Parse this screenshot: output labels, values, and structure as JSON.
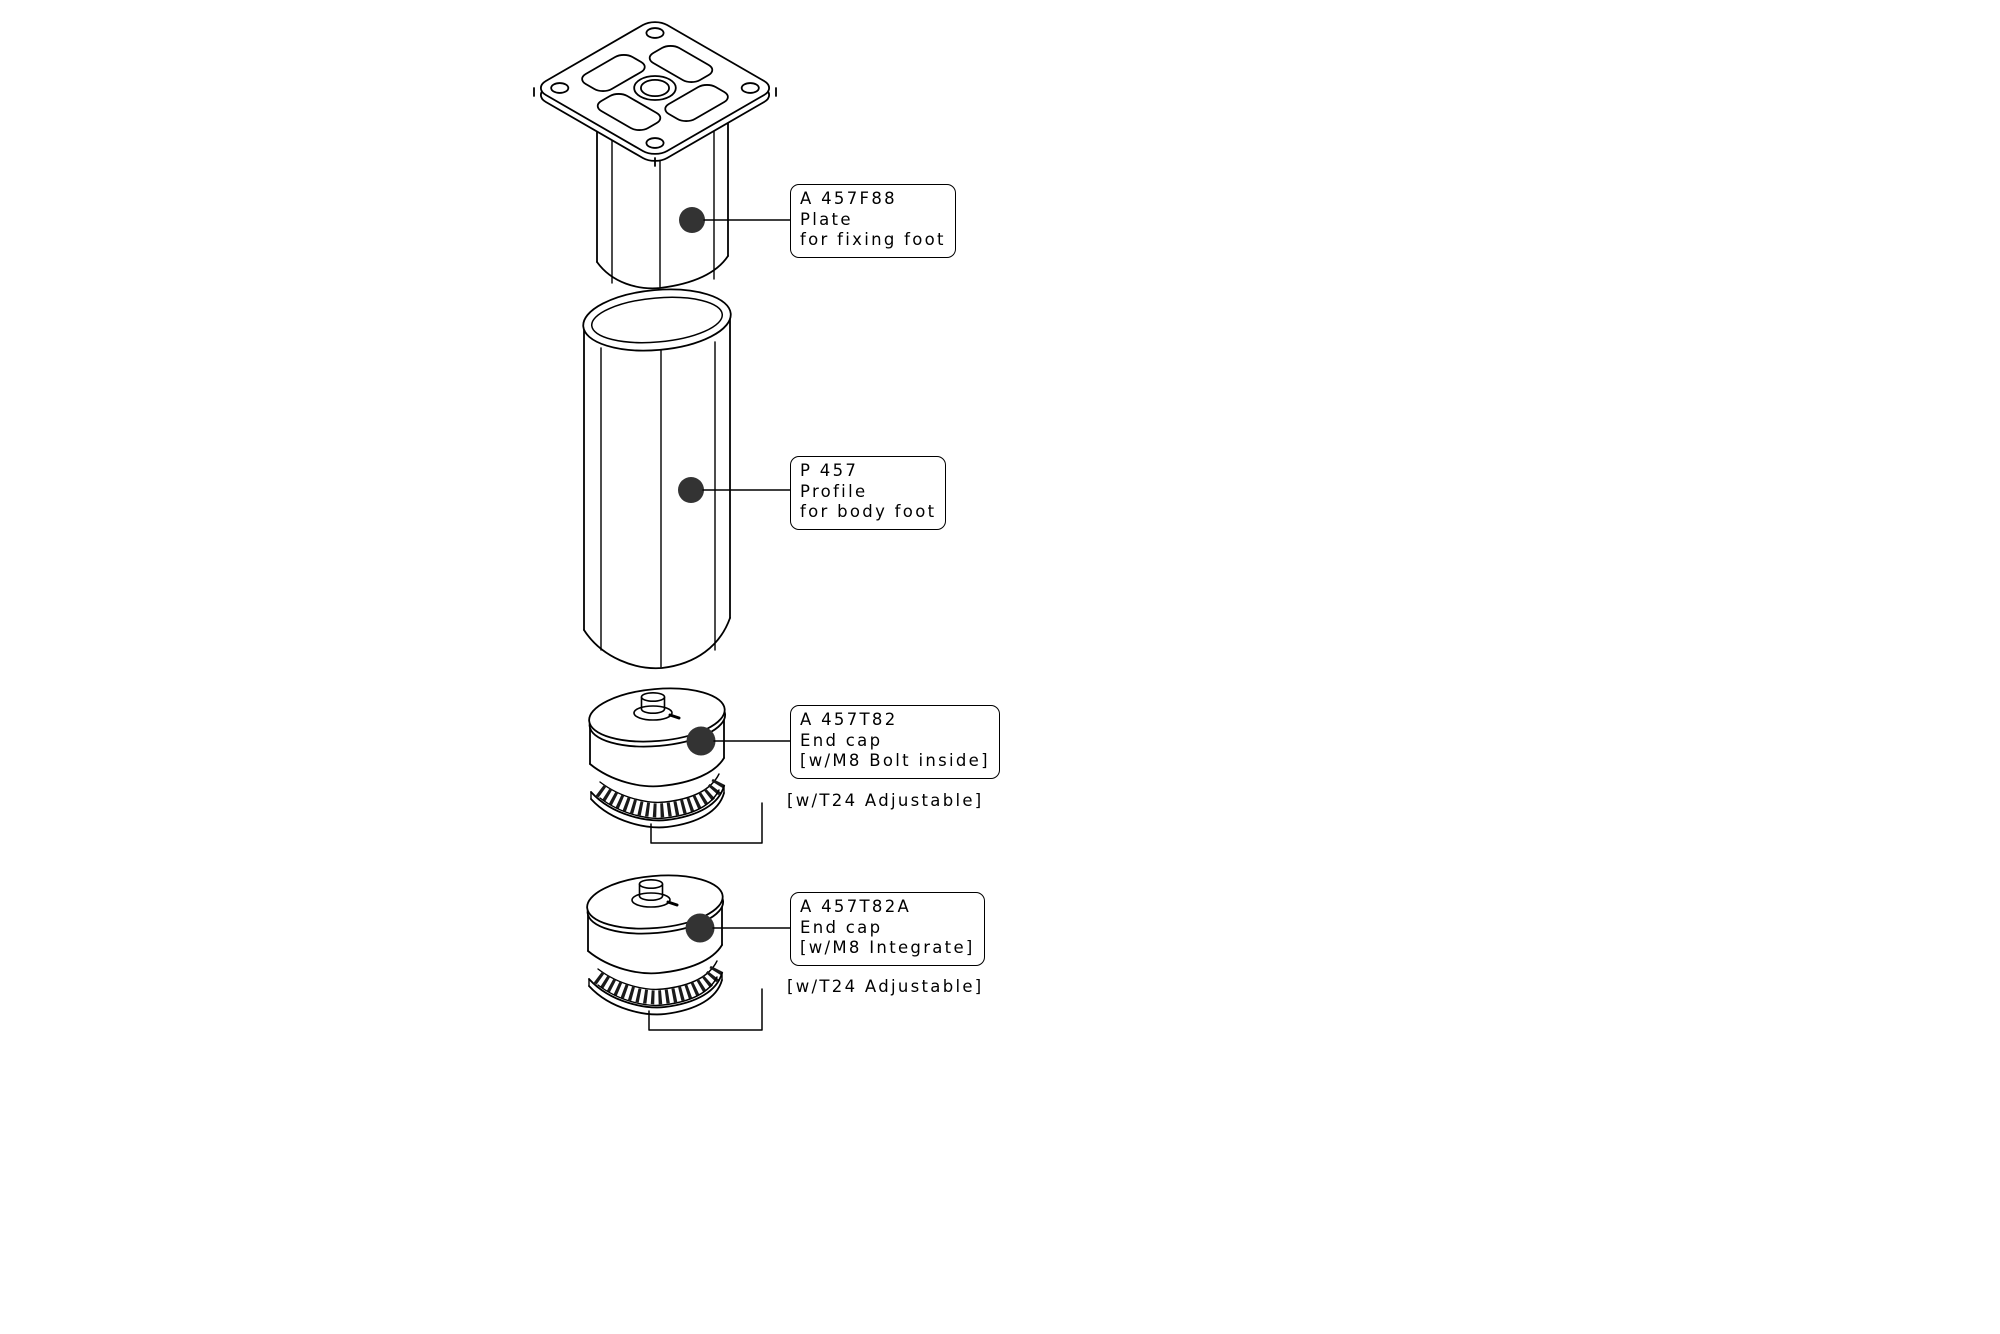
{
  "drawing": {
    "background": "#ffffff",
    "line_color": "#000000",
    "dot_color": "#333333",
    "description": "Exploded isometric line drawing of an adjustable furniture foot: fixing plate with tube stub, oval body profile, and two serrated adjustable end caps"
  },
  "callouts": [
    {
      "code": "A 457F88",
      "name": "Plate",
      "spec": "for fixing foot"
    },
    {
      "code": "P 457",
      "name": "Profile",
      "spec": "for body foot"
    },
    {
      "code": "A 457T82",
      "name": "End cap",
      "spec": "[w/M8 Bolt inside]",
      "note": "[w/T24 Adjustable]"
    },
    {
      "code": "A 457T82A",
      "name": "End cap",
      "spec": "[w/M8 Integrate]",
      "note": "[w/T24 Adjustable]"
    }
  ]
}
